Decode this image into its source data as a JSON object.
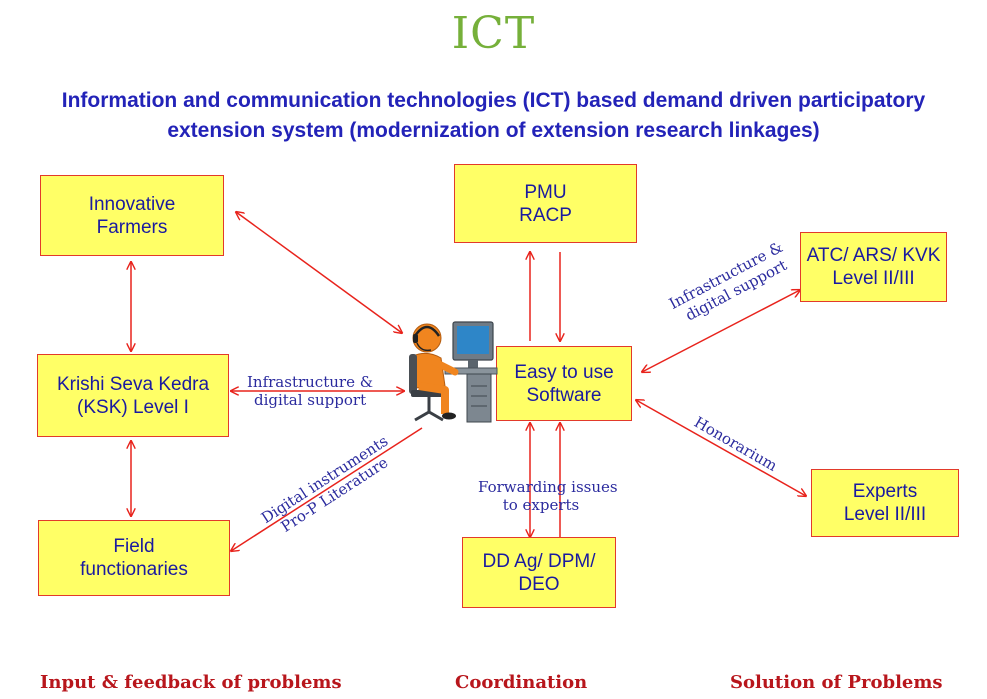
{
  "title": "ICT",
  "subtitle": "Information and communication technologies (ICT) based demand driven participatory extension system (modernization of extension research linkages)",
  "nodes": {
    "innovative_farmers": [
      "Innovative",
      "Farmers"
    ],
    "pmu": [
      "PMU",
      "RACP"
    ],
    "atc": [
      "ATC/ ARS/ KVK",
      "Level II/III"
    ],
    "ksk": [
      "Krishi Seva Kedra",
      "(KSK) Level I"
    ],
    "software": [
      "Easy to use",
      "Software"
    ],
    "experts": [
      "Experts",
      "Level II/III"
    ],
    "field": [
      "Field",
      "functionaries"
    ],
    "ddag": [
      "DD Ag/ DPM/",
      "DEO"
    ]
  },
  "edge_labels": {
    "ksk_infra": [
      "Infrastructure &",
      "digital support"
    ],
    "atc_infra": [
      "Infrastructure &",
      "digital support"
    ],
    "digital_instruments": [
      "Digital instruments",
      "Pro-P Literature"
    ],
    "honorarium": "Honorarium",
    "forwarding": [
      "Forwarding issues",
      "to experts"
    ]
  },
  "footer": {
    "left": "Input & feedback of problems",
    "center": "Coordination",
    "right": "Solution of Problems"
  },
  "colors": {
    "title": "#76b03a",
    "subtitle": "#2323b8",
    "box_fill": "#ffff66",
    "box_border": "#e23a2a",
    "box_text": "#1a1aa0",
    "arrow": "#e8231c",
    "edge_label": "#2b2b9e",
    "footer": "#b8161c"
  },
  "icons": [
    "computer-user-icon"
  ]
}
